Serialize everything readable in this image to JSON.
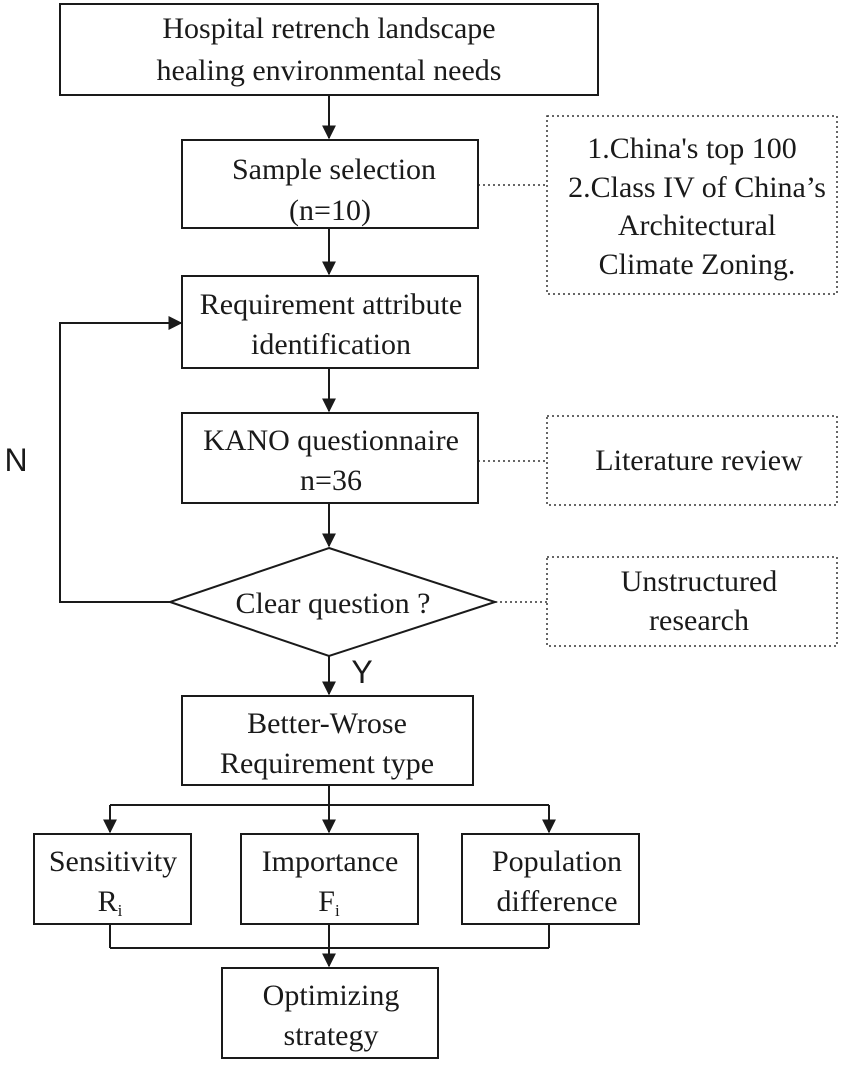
{
  "nodes": {
    "needs": {
      "line1": "Hospital retrench landscape",
      "line2": "healing environmental needs"
    },
    "sample": {
      "line1": "Sample selection",
      "line2": "(n=10)"
    },
    "sample_note": {
      "line1": "1.China's top 100",
      "line2": "2.Class IV of China’s",
      "line3": "Architectural",
      "line4": "Climate Zoning."
    },
    "attribute": {
      "line1": "Requirement attribute",
      "line2": "identification"
    },
    "kano": {
      "line1": "KANO questionnaire",
      "line2": "n=36"
    },
    "kano_note": {
      "line1": "Literature review"
    },
    "decision": {
      "label": "Clear question ?"
    },
    "decision_note": {
      "line1": "Unstructured",
      "line2": "research"
    },
    "better_worse": {
      "line1": "Better-Wrose",
      "line2": "Requirement  type"
    },
    "sensitivity": {
      "line1": "Sensitivity",
      "symbol": "R",
      "subscript": "i"
    },
    "importance": {
      "line1": "Importance",
      "symbol": "F",
      "subscript": "i"
    },
    "population": {
      "line1": "Population",
      "line2": "difference"
    },
    "strategy": {
      "line1": "Optimizing",
      "line2": "strategy"
    }
  },
  "branch_labels": {
    "no": "N",
    "yes": "Y"
  },
  "colors": {
    "stroke": "#1a1a1a",
    "background": "#ffffff"
  }
}
